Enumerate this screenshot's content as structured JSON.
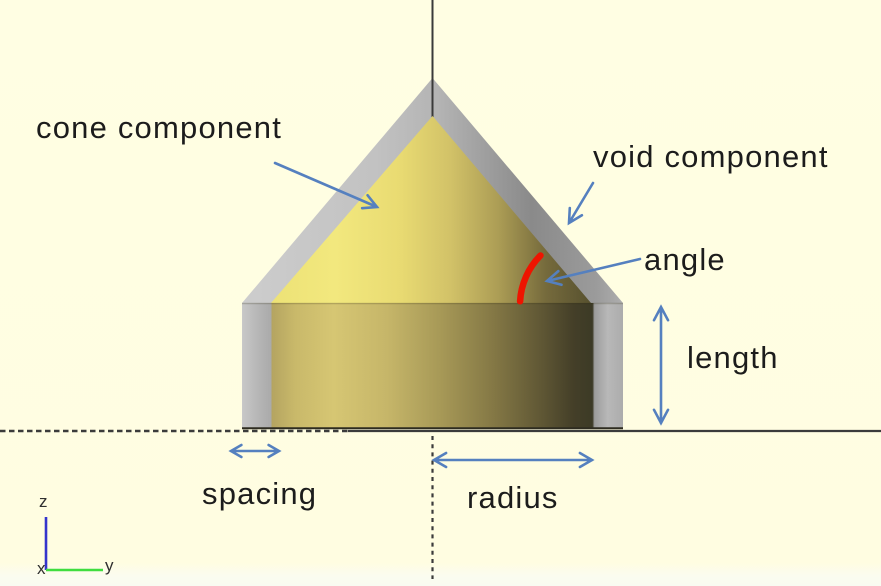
{
  "viewport": {
    "type": "3d-cad-view",
    "labels": {
      "cone_component": "cone component",
      "void_component": "void component",
      "angle": "angle",
      "length": "length",
      "spacing": "spacing",
      "radius": "radius"
    },
    "axis_indicator": {
      "z": "z",
      "x": "x",
      "y": "y"
    },
    "colors": {
      "background": "#FFFEE3",
      "annotation_blue": "#5580BF",
      "angle_arc_red": "#EE1400",
      "cone_yellow": "#EFE478",
      "void_gray": "#B5B5B5",
      "axis_z_blue": "#3434CC",
      "axis_y_green": "#3FDD3F",
      "line_dark": "#3B3B3B",
      "text": "#1C1C1C"
    }
  }
}
